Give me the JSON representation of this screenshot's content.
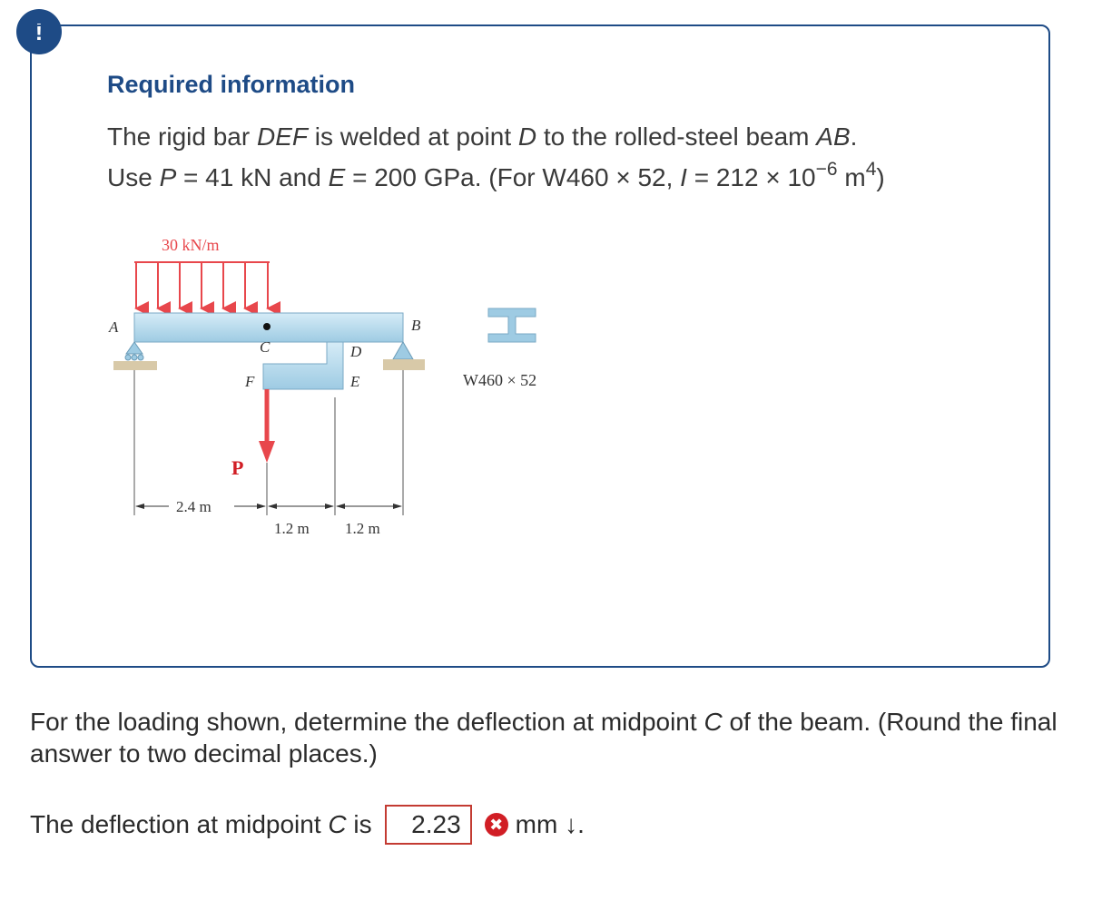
{
  "alert": {
    "glyph": "!"
  },
  "info": {
    "title": "Required information",
    "line1": {
      "p1": "The rigid bar ",
      "bar": "DEF",
      "p2": " is welded at point ",
      "pointD": "D",
      "p3": " to the rolled-steel beam ",
      "beam": "AB",
      "p4": "."
    },
    "line2": {
      "p1": "Use ",
      "P": "P",
      "p2": " = 41 kN and ",
      "E": "E",
      "p3": " = 200 GPa. (For W460 × 52, ",
      "I": "I",
      "p4": " = 212 × 10",
      "exp": "−6",
      "p5": " m",
      "exp2": "4",
      "p6": ")"
    }
  },
  "figure": {
    "load_label": "30 kN/m",
    "label_A": "A",
    "label_B": "B",
    "label_C": "C",
    "label_D": "D",
    "label_E": "E",
    "label_F": "F",
    "label_P": "P",
    "dim_1": "2.4 m",
    "dim_2": "1.2 m",
    "dim_3": "1.2 m",
    "section_label": "W460 × 52",
    "colors": {
      "beam": "#b9dcee",
      "load": "#e8474c",
      "ground": "#d8c9a8"
    }
  },
  "question": {
    "p1": "For the loading shown, determine the deflection at midpoint ",
    "C": "C",
    "p2": " of the beam. (Round the final answer to two decimal places.)"
  },
  "answer": {
    "prefix": "The deflection at midpoint ",
    "C": "C",
    "is": " is",
    "value": "2.23",
    "status_icon": "incorrect-x-icon",
    "unit": "mm ↓."
  }
}
